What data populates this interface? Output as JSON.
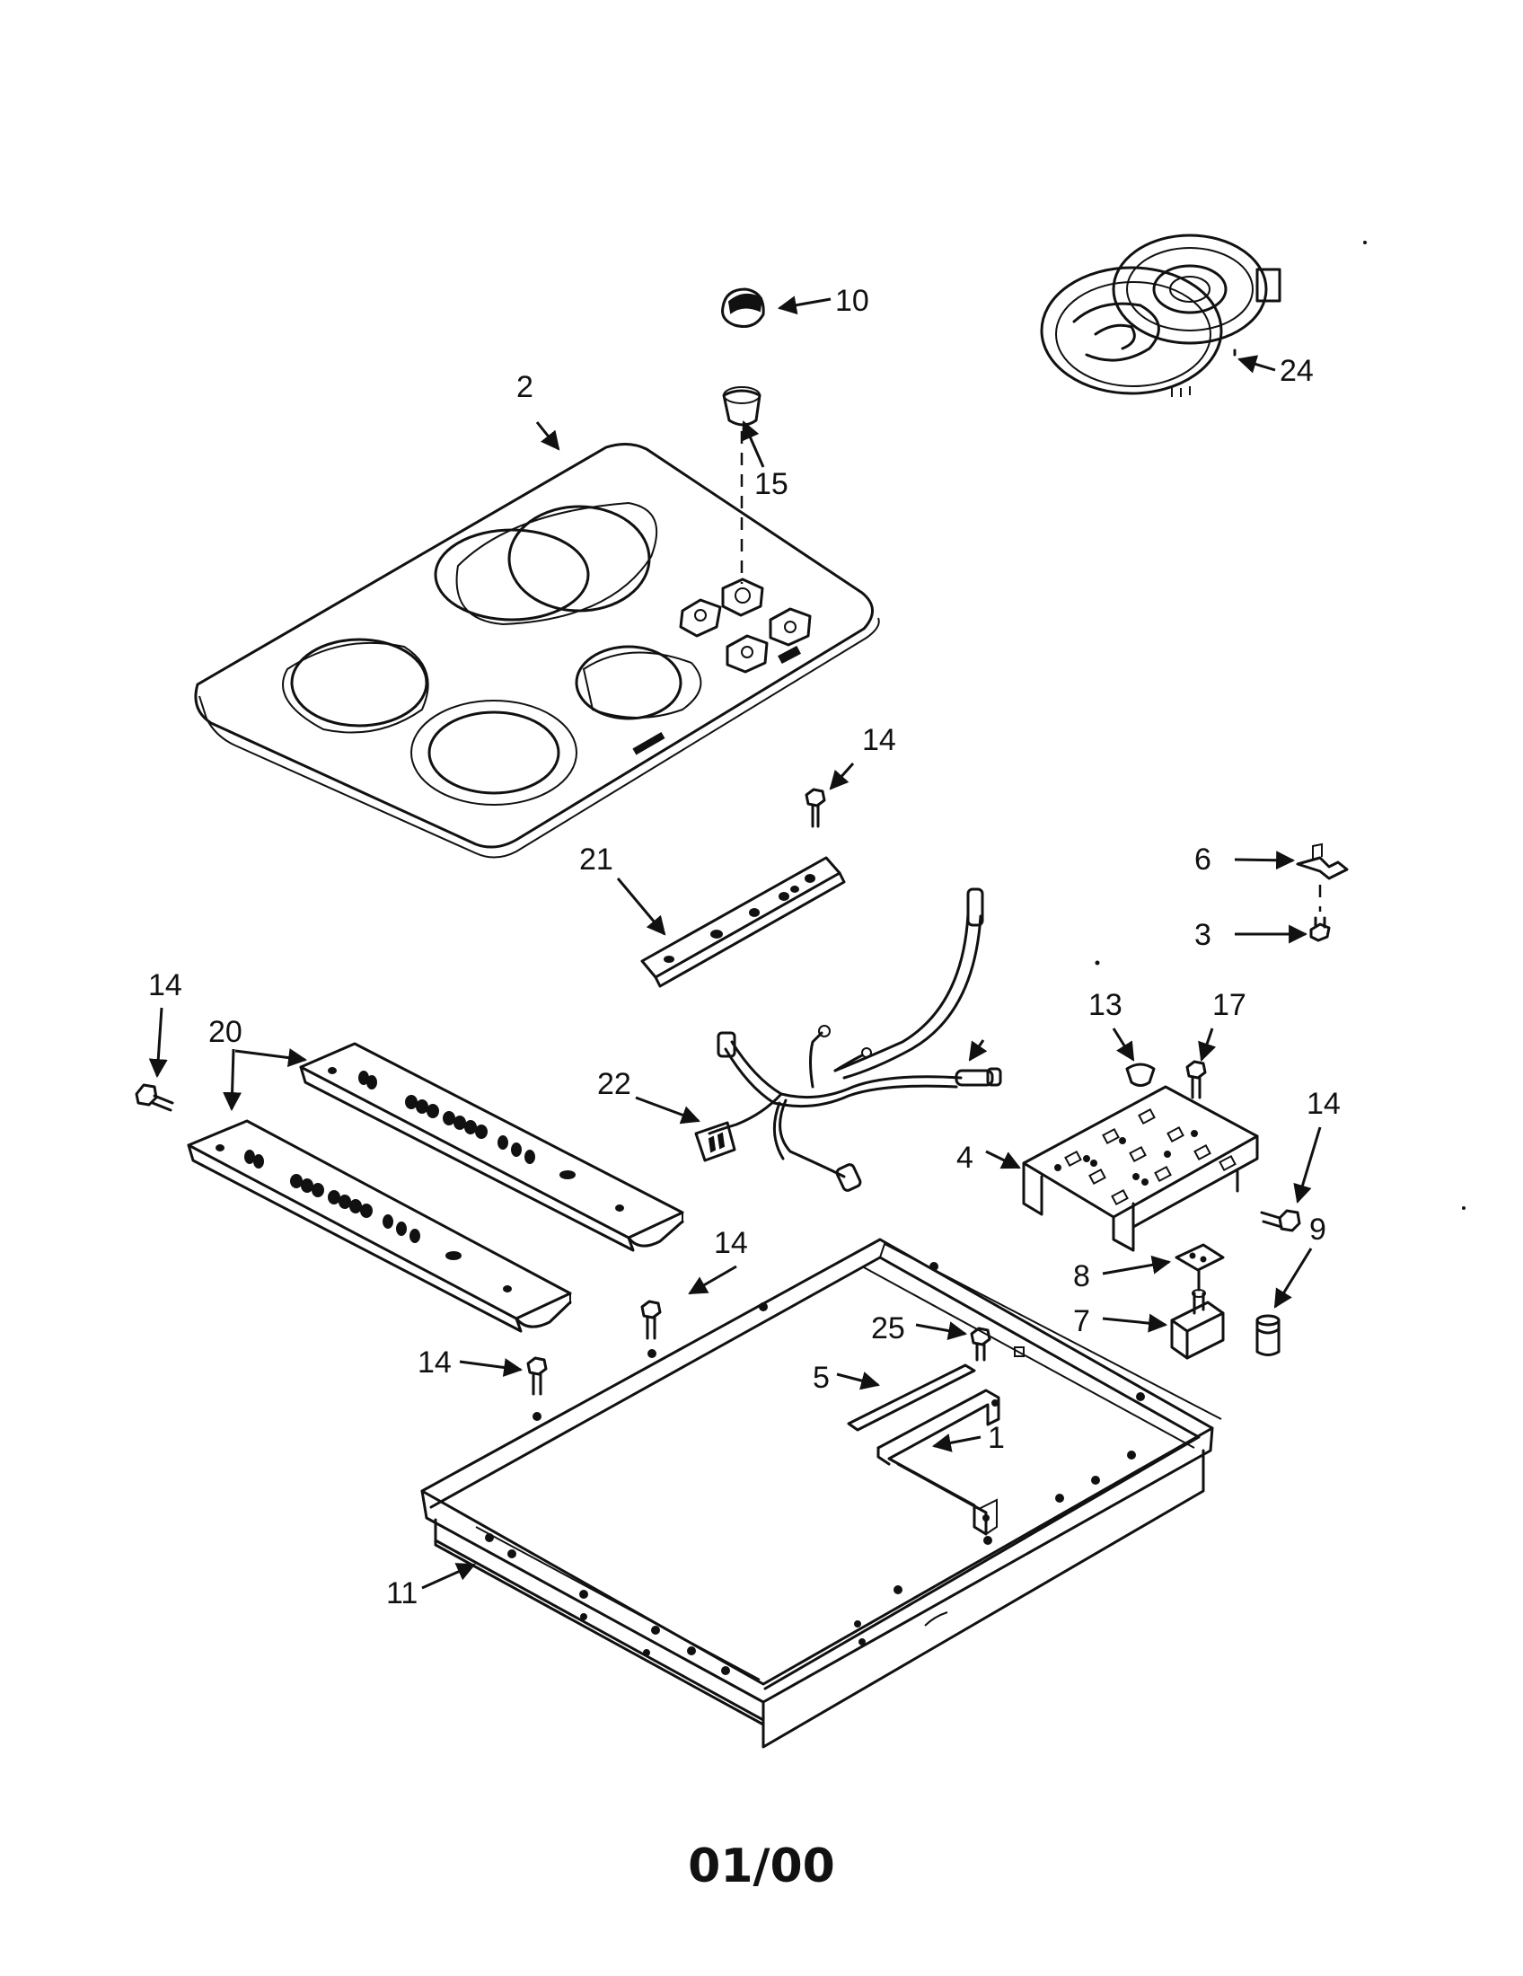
{
  "diagram": {
    "callouts": {
      "c10": "10",
      "c15": "15",
      "c24": "24",
      "c2": "2",
      "c14a": "14",
      "c21": "21",
      "c6": "6",
      "c3": "3",
      "c13": "13",
      "c17": "17",
      "c14b": "14",
      "c14c": "14",
      "c20": "20",
      "c22": "22",
      "c4": "4",
      "c9": "9",
      "c14d": "14",
      "c8": "8",
      "c7": "7",
      "c25": "25",
      "c14e": "14",
      "c5": "5",
      "c1": "1",
      "c11": "11"
    },
    "footer_code": "01/00"
  }
}
